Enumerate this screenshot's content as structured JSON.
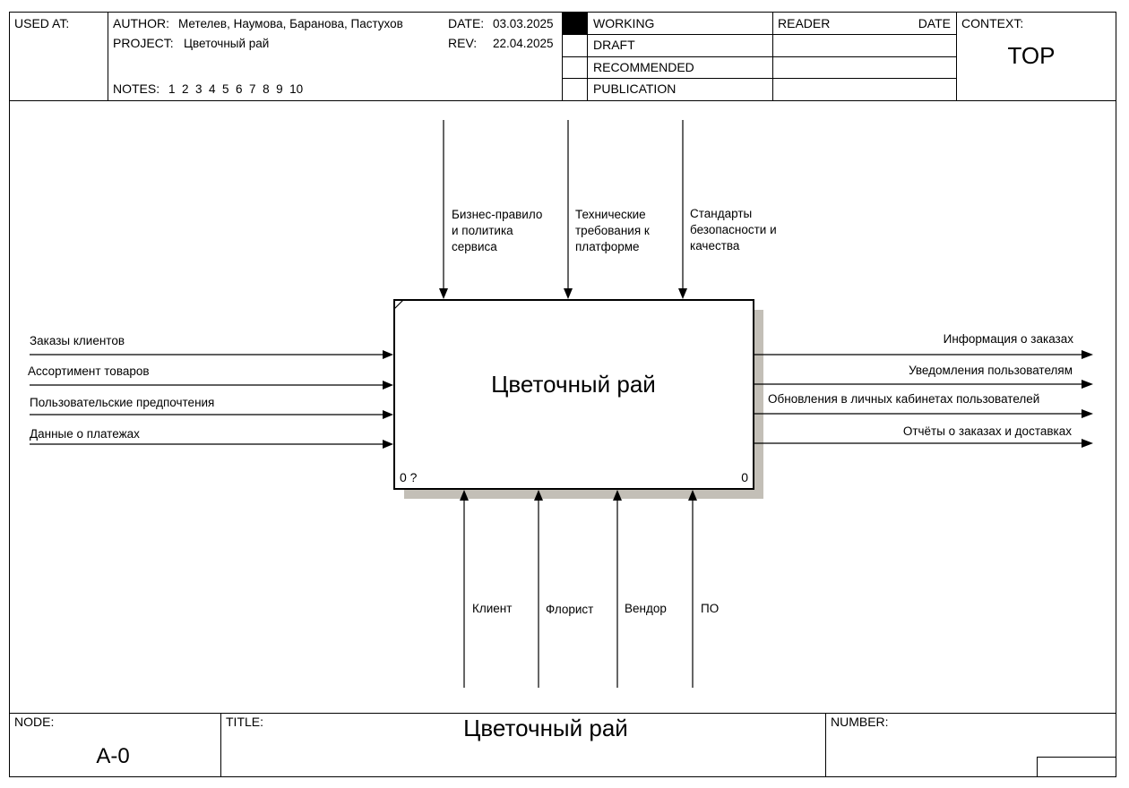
{
  "header": {
    "used_at_label": "USED AT:",
    "author_label": "AUTHOR:",
    "author_value": "Метелев, Наумова, Баранова, Пастухов",
    "project_label": "PROJECT:",
    "project_value": "Цветочный рай",
    "date_label": "DATE:",
    "date_value": "03.03.2025",
    "rev_label": "REV:",
    "rev_value": "22.04.2025",
    "notes_label": "NOTES:",
    "notes_value": "1  2  3  4  5  6  7  8  9  10",
    "status_items": [
      "WORKING",
      "DRAFT",
      "RECOMMENDED",
      "PUBLICATION"
    ],
    "reader_label": "READER",
    "reader_date_label": "DATE",
    "context_label": "CONTEXT:",
    "context_value": "TOP"
  },
  "diagram": {
    "box_title": "Цветочный рай",
    "box_cost": "0 ?",
    "box_number": "0",
    "controls": [
      [
        "Бизнес-правило",
        "и политика",
        "сервиса"
      ],
      [
        "Технические",
        "требования к",
        "платформе"
      ],
      [
        "Стандарты",
        "безопасности и",
        "качества"
      ]
    ],
    "inputs": [
      "Заказы клиентов",
      "Ассортимент товаров",
      "Пользовательские предпочтения",
      "Данные о платежах"
    ],
    "outputs": [
      "Информация о заказах",
      "Уведомления пользователям",
      "Обновления в личных кабинетах пользователей",
      "Отчёты о заказах и доставках"
    ],
    "mechanisms": [
      "Клиент",
      "Флорист",
      "Вендор",
      "ПО"
    ]
  },
  "footer": {
    "node_label": "NODE:",
    "node_value": "A-0",
    "title_label": "TITLE:",
    "title_value": "Цветочный рай",
    "number_label": "NUMBER:"
  },
  "colors": {
    "shadow": "#c3bfb7",
    "working_fill": "#000000"
  }
}
